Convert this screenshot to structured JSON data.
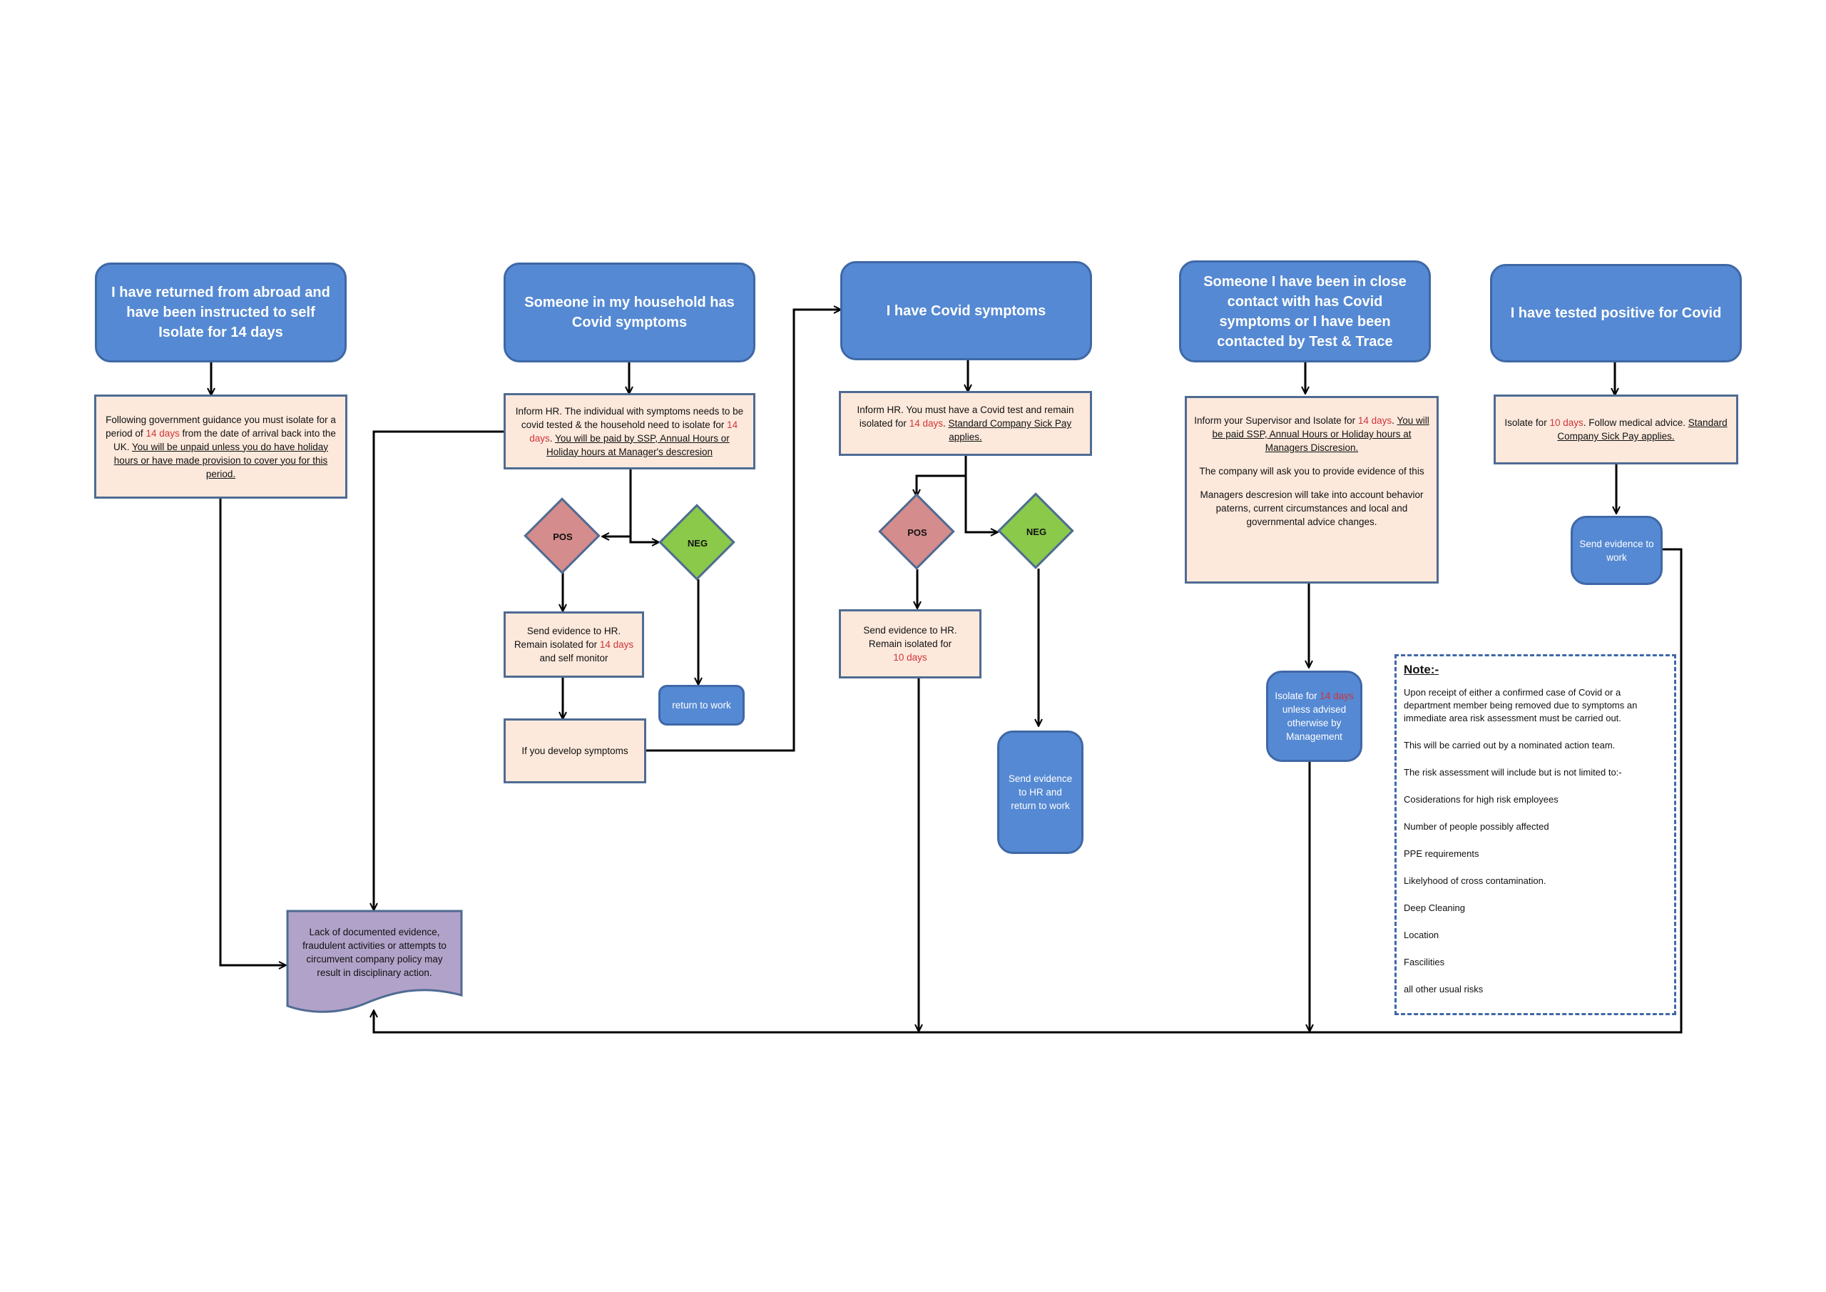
{
  "headers": {
    "abroad": "I have returned from abroad and have been instructed to self Isolate for 14 days",
    "household": "Someone in my household has Covid symptoms",
    "symptoms": "I have Covid symptoms",
    "contact": "Someone I have been in close contact with has Covid symptoms or I have been contacted by Test & Trace",
    "positive": "I have tested positive for Covid"
  },
  "abroad_info": {
    "t1": "Following government guidance you must isolate for a period of ",
    "red1": "14 days",
    "t2": " from the date of arrival back into the UK. ",
    "u1": "You will be unpaid unless you do have holiday hours or have made provision to cover you for this period."
  },
  "household_info": {
    "t1": "Inform HR. The individual with symptoms needs to be covid tested & the household need to isolate for ",
    "red1": "14 days",
    "t2": ". ",
    "u1": "You will be paid  by SSP, Annual Hours or Holiday hours at Manager's descresion"
  },
  "symptoms_info": {
    "t1": "Inform HR. You must have a Covid test and remain isolated for ",
    "red1": "14 days",
    "t2": ". ",
    "u1": "Standard Company Sick Pay applies."
  },
  "contact_info": {
    "t1": "Inform your Supervisor and Isolate for ",
    "red1": "14 days",
    "t2": ". ",
    "u1": "You will be paid  SSP, Annual Hours or Holiday hours at Managers Discresion.",
    "p2": "The company will ask you to provide evidence of this",
    "p3": "Managers descresion will take into  account behavior paterns, current circumstances and local and governmental advice changes."
  },
  "positive_info": {
    "t1": "Isolate for ",
    "red1": "10 days",
    "t2": ". Follow medical advice. ",
    "u1": "Standard Company Sick Pay applies."
  },
  "decisions": {
    "pos": "POS",
    "neg": "NEG"
  },
  "household_pos_box": {
    "t1": "Send evidence to HR. Remain isolated for ",
    "red1": "14 days",
    "t2": " and self monitor"
  },
  "household_neg_box": "return to work",
  "develop_box": "If you develop symptoms",
  "symptoms_pos_box": {
    "t1": "Send evidence to HR. Remain isolated for ",
    "red1": "10 days"
  },
  "symptoms_neg_box": "Send evidence to HR and return to work",
  "contact_isolate": {
    "t1": "Isolate for ",
    "red1": "14 days",
    "t2": " unless advised otherwise by Management"
  },
  "positive_send": "Send evidence to work",
  "disciplinary": "Lack of documented evidence, fraudulent activities or attempts to circumvent company policy  may result in disciplinary action.",
  "note": {
    "title": "Note:-",
    "lines": [
      "Upon receipt of either a confirmed case of Covid or a department member being removed due to symptoms an immediate area risk assessment must be carried out.",
      "This will be carried out by a nominated action team.",
      "The risk assessment will include but is not limited to:-",
      "Cosiderations for high risk employees",
      "Number of people possibly affected",
      "PPE requirements",
      "Likelyhood of cross contamination.",
      "Deep Cleaning",
      "Location",
      "Fascilities",
      "all other usual risks"
    ]
  },
  "colors": {
    "header_fill": "#5589d3",
    "info_fill": "#fde9dc",
    "pos_fill": "#d58c8c",
    "neg_fill": "#8bc94b",
    "disciplinary_fill": "#b1a2c9",
    "highlight_red": "#d0343a"
  }
}
